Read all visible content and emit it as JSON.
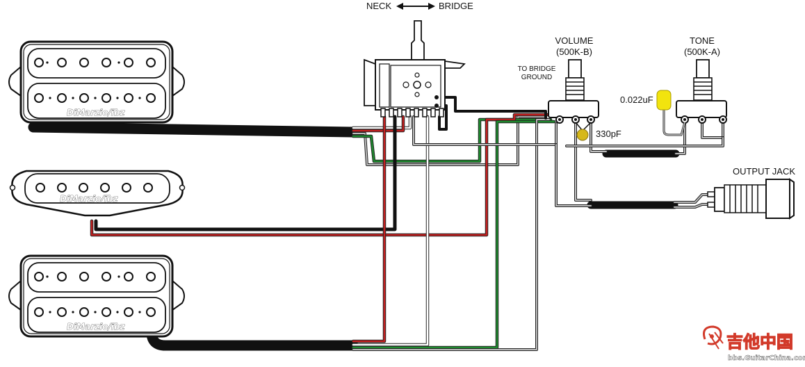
{
  "switch": {
    "neck_label": "NECK",
    "bridge_label": "BRIDGE"
  },
  "volume": {
    "title": "VOLUME",
    "value": "(500K-B)"
  },
  "tone": {
    "title": "TONE",
    "value": "(500K-A)"
  },
  "ground_note": {
    "line1": "TO BRIDGE",
    "line2": "GROUND"
  },
  "capacitors": {
    "tone_cap": "0.022uF",
    "treble_bleed": "330pF"
  },
  "output_jack": "OUTPUT JACK",
  "pickups": {
    "neck": {
      "brand": "DiMarzio/ibz",
      "type": "humbucker"
    },
    "middle": {
      "brand": "DiMarzio/ibz",
      "type": "single-coil"
    },
    "bridge": {
      "brand": "DiMarzio/ibz",
      "type": "humbucker"
    }
  },
  "watermark": {
    "chars": "吉他中国",
    "url": "bbs.GuitarChina.com"
  },
  "colors": {
    "red_wire": "#c42020",
    "green_wire": "#1e8a2e",
    "black_wire": "#111111",
    "white_wire": "#ffffff",
    "cap_yellow": "#f2e40e",
    "cap_ochre": "#d6b81a",
    "watermark_red": "#d23a2a"
  }
}
